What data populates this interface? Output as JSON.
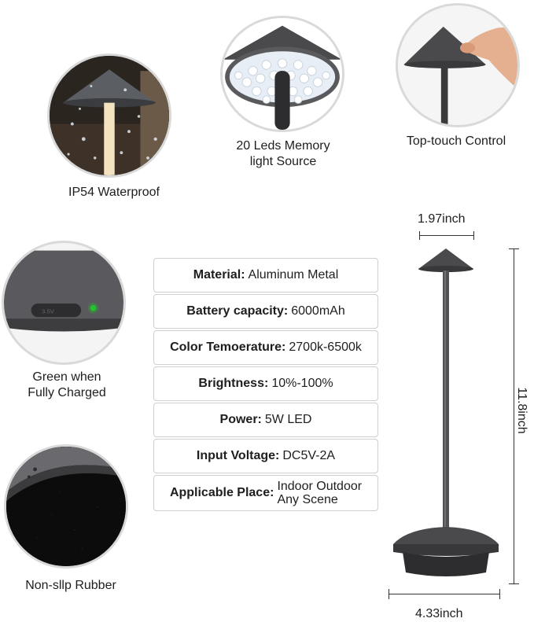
{
  "features": [
    {
      "id": "waterproof",
      "caption": "IP54 Waterproof"
    },
    {
      "id": "leds",
      "caption": "20 Leds Memory\nlight Source"
    },
    {
      "id": "touch",
      "caption": "Top-touch Control"
    },
    {
      "id": "charging",
      "caption": "Green when\nFully Charged"
    },
    {
      "id": "rubber",
      "caption": "Non-sllp Rubber"
    }
  ],
  "specs": [
    {
      "key": "Material",
      "value": "Aluminum Metal"
    },
    {
      "key": "Battery capacity",
      "value": "6000mAh"
    },
    {
      "key": "Color Temoerature",
      "value": "2700k-6500k"
    },
    {
      "key": "Brightness",
      "value": "10%-100%"
    },
    {
      "key": "Power",
      "value": "5W LED"
    },
    {
      "key": "Input Voltage",
      "value": "DC5V-2A"
    },
    {
      "key": "Applicable Place",
      "value": "Indoor Outdoor\nAny Scene"
    }
  ],
  "dimensions": {
    "shade_width": "1.97inch",
    "height": "11.8inch",
    "base_width": "4.33inch"
  },
  "colors": {
    "lamp_body": "#4a4a4c",
    "led_glow": "#e8eef5",
    "charge_indicator": "#22c22a",
    "spec_border": "#cfcfcf"
  }
}
